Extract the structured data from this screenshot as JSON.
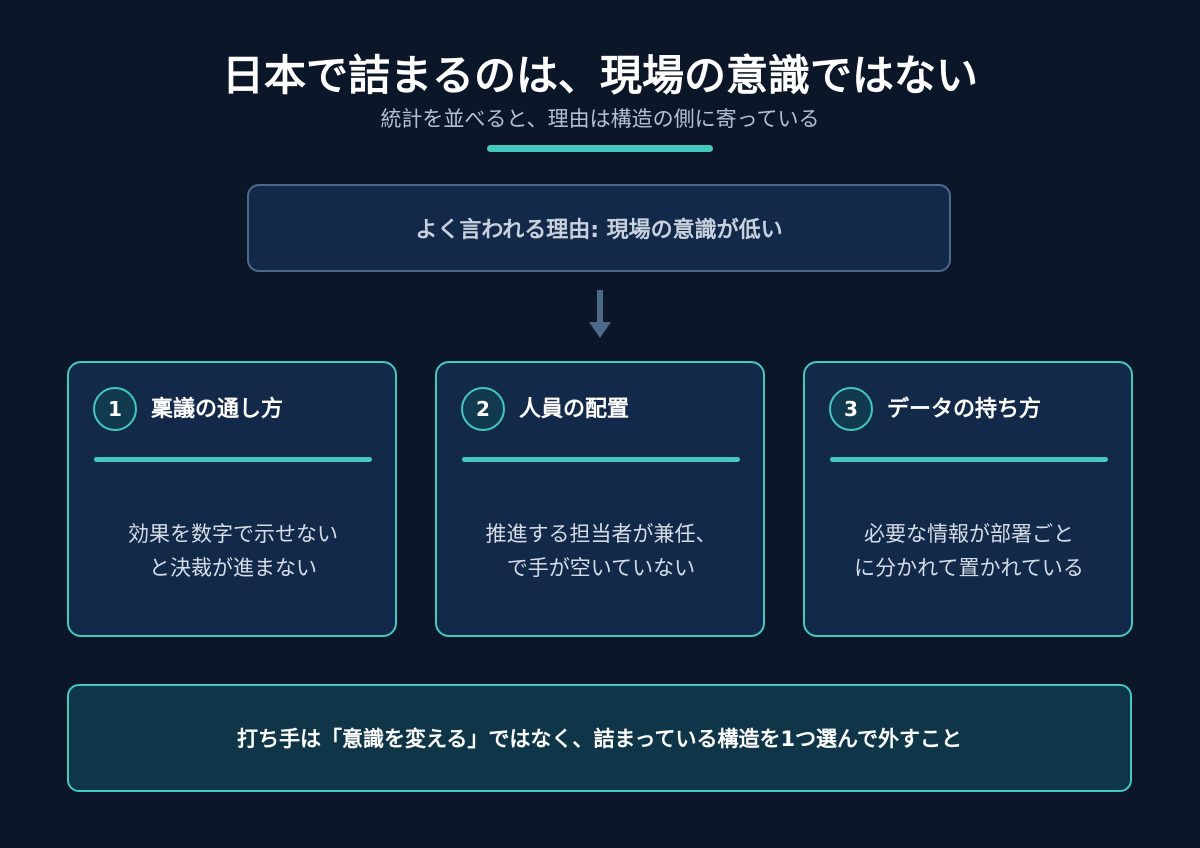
{
  "header": {
    "title": "日本で詰まるのは、現場の意識ではない",
    "subtitle": "統計を並べると、理由は構造の側に寄っている"
  },
  "premise": {
    "text": "よく言われる理由: 現場の意識が低い"
  },
  "cards": [
    {
      "number": "1",
      "title": "稟議の通し方",
      "body_lines": [
        "効果を数字で示せない",
        "と決裁が進まない"
      ]
    },
    {
      "number": "2",
      "title": "人員の配置",
      "body_lines": [
        "推進する担当者が兼任、",
        "で手が空いていない"
      ]
    },
    {
      "number": "3",
      "title": "データの持ち方",
      "body_lines": [
        "必要な情報が部署ごと",
        "に分かれて置かれている"
      ]
    }
  ],
  "conclusion": {
    "text": "打ち手は「意識を変える」ではなく、詰まっている構造を1つ選んで外すこと"
  },
  "colors": {
    "background": "#0b1628",
    "accent": "#43c9be",
    "card_fill": "#12294a",
    "premise_border": "#4d6a89",
    "conclusion_fill": "#0f3548"
  },
  "icons": {
    "connector": "arrow-down-icon"
  }
}
